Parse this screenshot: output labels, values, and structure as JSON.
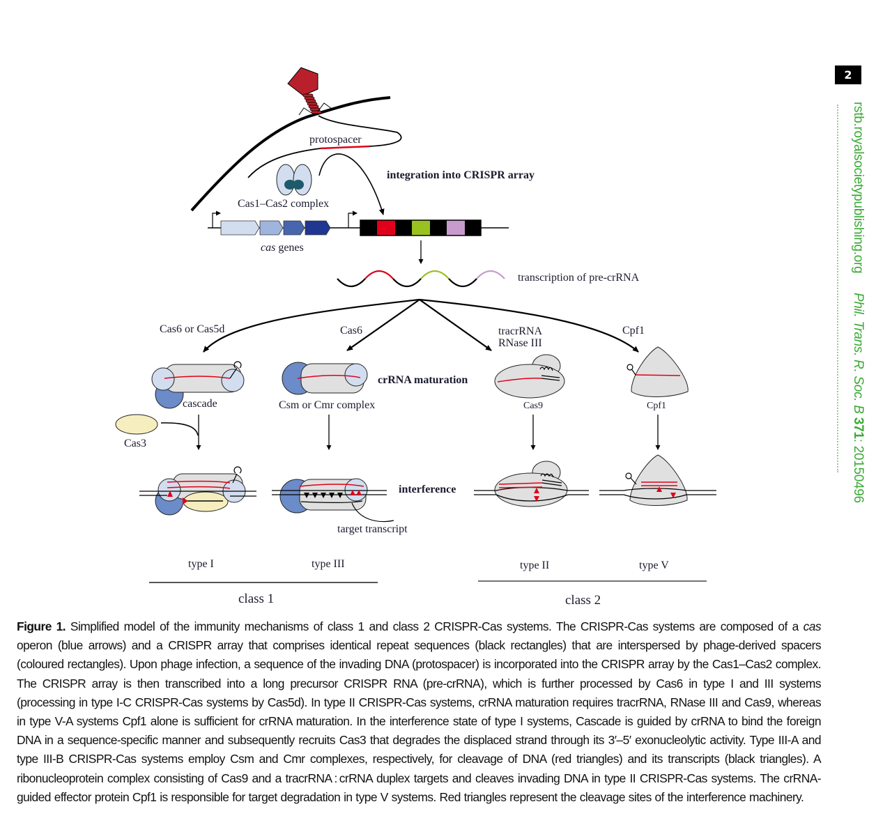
{
  "page": {
    "page_number": "2",
    "side_url": "rstb.royalsocietypublishing.org",
    "side_journal": "Phil. Trans. R. Soc. B",
    "side_volume": "371",
    "side_article": ": 20150496"
  },
  "figure": {
    "top": {
      "protospacer_label": "protospacer",
      "integration_label": "integration into CRISPR array",
      "cas12_label": "Cas1–Cas2 complex",
      "cas_genes_italic": "cas",
      "cas_genes_rest": " genes",
      "transcription_label": "transcription of pre-crRNA",
      "cas_gene_colors": [
        "#d2deef",
        "#9fb5de",
        "#4866b0",
        "#1f3790"
      ],
      "array_colors": [
        "#000000",
        "#e0001a",
        "#000000",
        "#99c221",
        "#000000",
        "#c79bcb",
        "#000000"
      ],
      "phage_color": "#b8212b"
    },
    "branches": {
      "type1_enzyme": "Cas6 or Cas5d",
      "type3_enzyme": "Cas6",
      "type2_enzyme_line1": "tracrRNA",
      "type2_enzyme_line2": "RNase III",
      "type5_enzyme": "Cpf1"
    },
    "maturation": {
      "label": "crRNA maturation",
      "type1_complex": "cascade",
      "type3_complex": "Csm or Cmr complex",
      "type2_complex": "Cas9",
      "type5_complex": "Cpf1",
      "cas3_label": "Cas3"
    },
    "interference": {
      "label": "interference",
      "target_transcript_label": "target transcript"
    },
    "types": {
      "type1": "type I",
      "type3": "type III",
      "type2": "type II",
      "type5": "type V",
      "class1": "class 1",
      "class2": "class 2"
    }
  },
  "caption": {
    "label": "Figure 1.",
    "text": " Simplified model of the immunity mechanisms of class 1 and class 2 CRISPR-Cas systems. The CRISPR-Cas systems are composed of a ",
    "cas_italic": "cas",
    "text2": " operon (blue arrows) and a CRISPR array that comprises identical repeat sequences (black rectangles) that are interspersed by phage-derived spacers (coloured rectangles). Upon phage infection, a sequence of the invading DNA (protospacer) is incorporated into the CRISPR array by the Cas1–Cas2 complex. The CRISPR array is then transcribed into a long precursor CRISPR RNA (pre-crRNA), which is further processed by Cas6 in type I and III systems (processing in type I-C CRISPR-Cas systems by Cas5d). In type II CRISPR-Cas systems, crRNA maturation requires tracrRNA, RNase III and Cas9, whereas in type V-A systems Cpf1 alone is sufficient for crRNA maturation. In the interference state of type I systems, Cascade is guided by crRNA to bind the foreign DNA in a sequence-specific manner and subsequently recruits Cas3 that degrades the displaced strand through its 3′–5′ exonucleolytic activity. Type III-A and type III-B CRISPR-Cas systems employ Csm and Cmr complexes, respectively, for cleavage of DNA (red triangles) and its transcripts (black triangles). A ribonucleoprotein complex consisting of Cas9 and a tracrRNA : crRNA duplex targets and cleaves invading DNA in type II CRISPR-Cas systems. The crRNA-guided effector protein Cpf1 is responsible for target degradation in type V systems. Red triangles represent the cleavage sites of the interference machinery."
  }
}
